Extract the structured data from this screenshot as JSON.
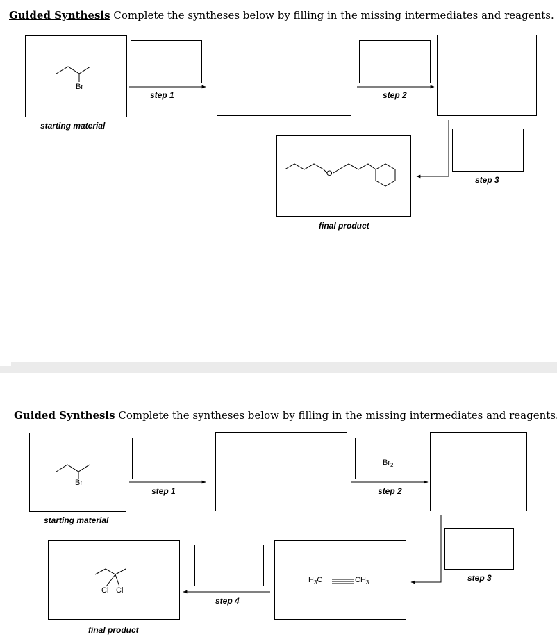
{
  "section1": {
    "title_bold": "Guided Synthesis",
    "title_rest": " Complete the syntheses below by filling in the missing intermediates and reagents.",
    "start_atom": "Br",
    "start_label": "starting material",
    "step1": "step 1",
    "step2": "step 2",
    "step3": "step 3",
    "final_atom": "O",
    "final_label": "final product"
  },
  "section2": {
    "title_bold": "Guided Synthesis",
    "title_rest": " Complete the syntheses below by filling in the missing intermediates and reagents.",
    "start_atom": "Br",
    "start_label": "starting material",
    "step1": "step 1",
    "step2": "step 2",
    "step2_reagent": "Br",
    "step2_reagent_sub": "2",
    "step3": "step 3",
    "step4": "step 4",
    "alkyne_left": "H",
    "alkyne_left_sub": "3",
    "alkyne_left_c": "C",
    "alkyne_right_c": "CH",
    "alkyne_right_sub": "3",
    "final_cl1": "Cl",
    "final_cl2": "Cl",
    "final_label": "final product"
  }
}
